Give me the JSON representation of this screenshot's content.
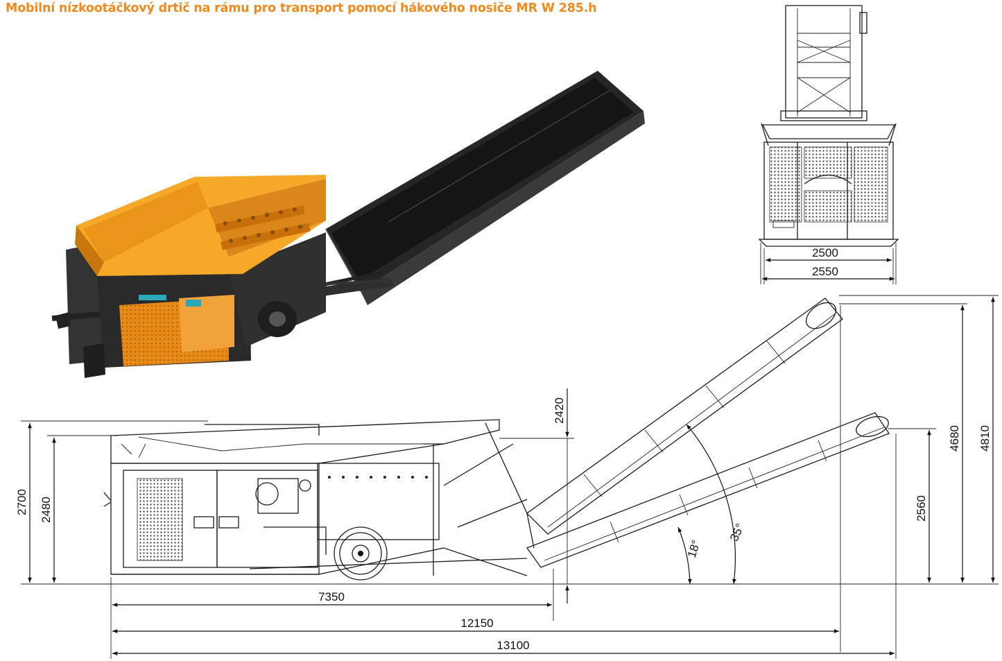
{
  "title": "Mobilní nízkootáčkový drtič na rámu pro transport pomocí hákového nosiče MR W 285.h",
  "colors": {
    "accent": "#f08a1e",
    "machine_orange": "#f3a020",
    "machine_dark": "#2b2b2b",
    "line": "#111111"
  },
  "front_view": {
    "dims": {
      "inner_width": "2500",
      "outer_width": "2550"
    }
  },
  "side_view": {
    "dims": {
      "height_total": "2700",
      "height_hopper": "2480",
      "hopper_top_offset": "2420",
      "length_body": "7350",
      "length_min_conveyor": "12150",
      "length_max_conveyor": "13100",
      "height_low_conveyor": "2560",
      "height_high_conveyor_a": "4680",
      "height_high_conveyor_b": "4810",
      "angle_low": "18°",
      "angle_high": "35°"
    }
  }
}
